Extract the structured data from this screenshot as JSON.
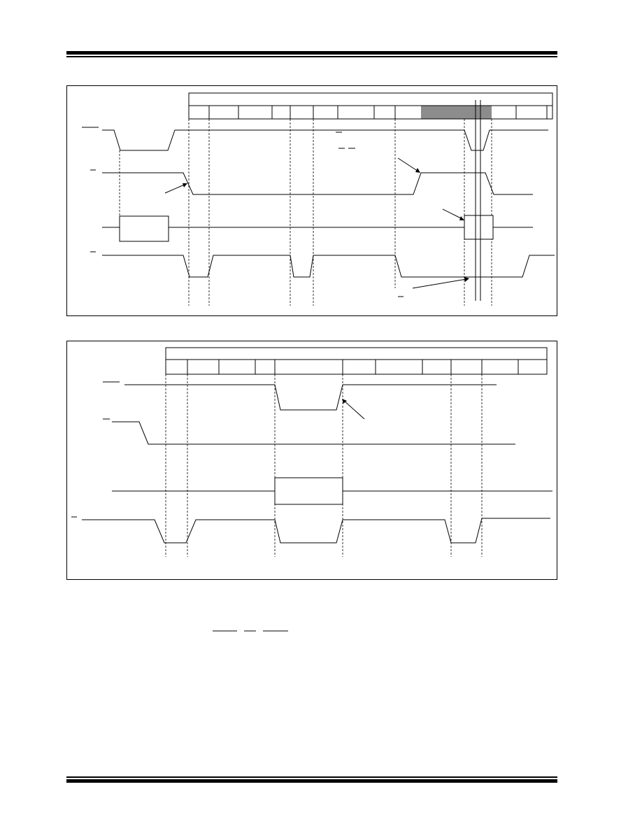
{
  "page": {
    "header_rule": "top-rule",
    "footer_rule": "bottom-rule",
    "text_content": []
  },
  "diagrams": [
    {
      "name": "timing-diagram-1",
      "signals": [
        "overbar-signal-a",
        "overbar-signal-b",
        "data-bus",
        "overbar-signal-c"
      ],
      "shaded_phase": "gray",
      "labels": []
    },
    {
      "name": "timing-diagram-2",
      "signals": [
        "overbar-signal-a",
        "overbar-signal-b",
        "data-bus",
        "overbar-signal-c"
      ],
      "labels": []
    }
  ],
  "colors": {
    "line": "#000000",
    "shade": "#8c8c8c",
    "background": "#ffffff"
  }
}
